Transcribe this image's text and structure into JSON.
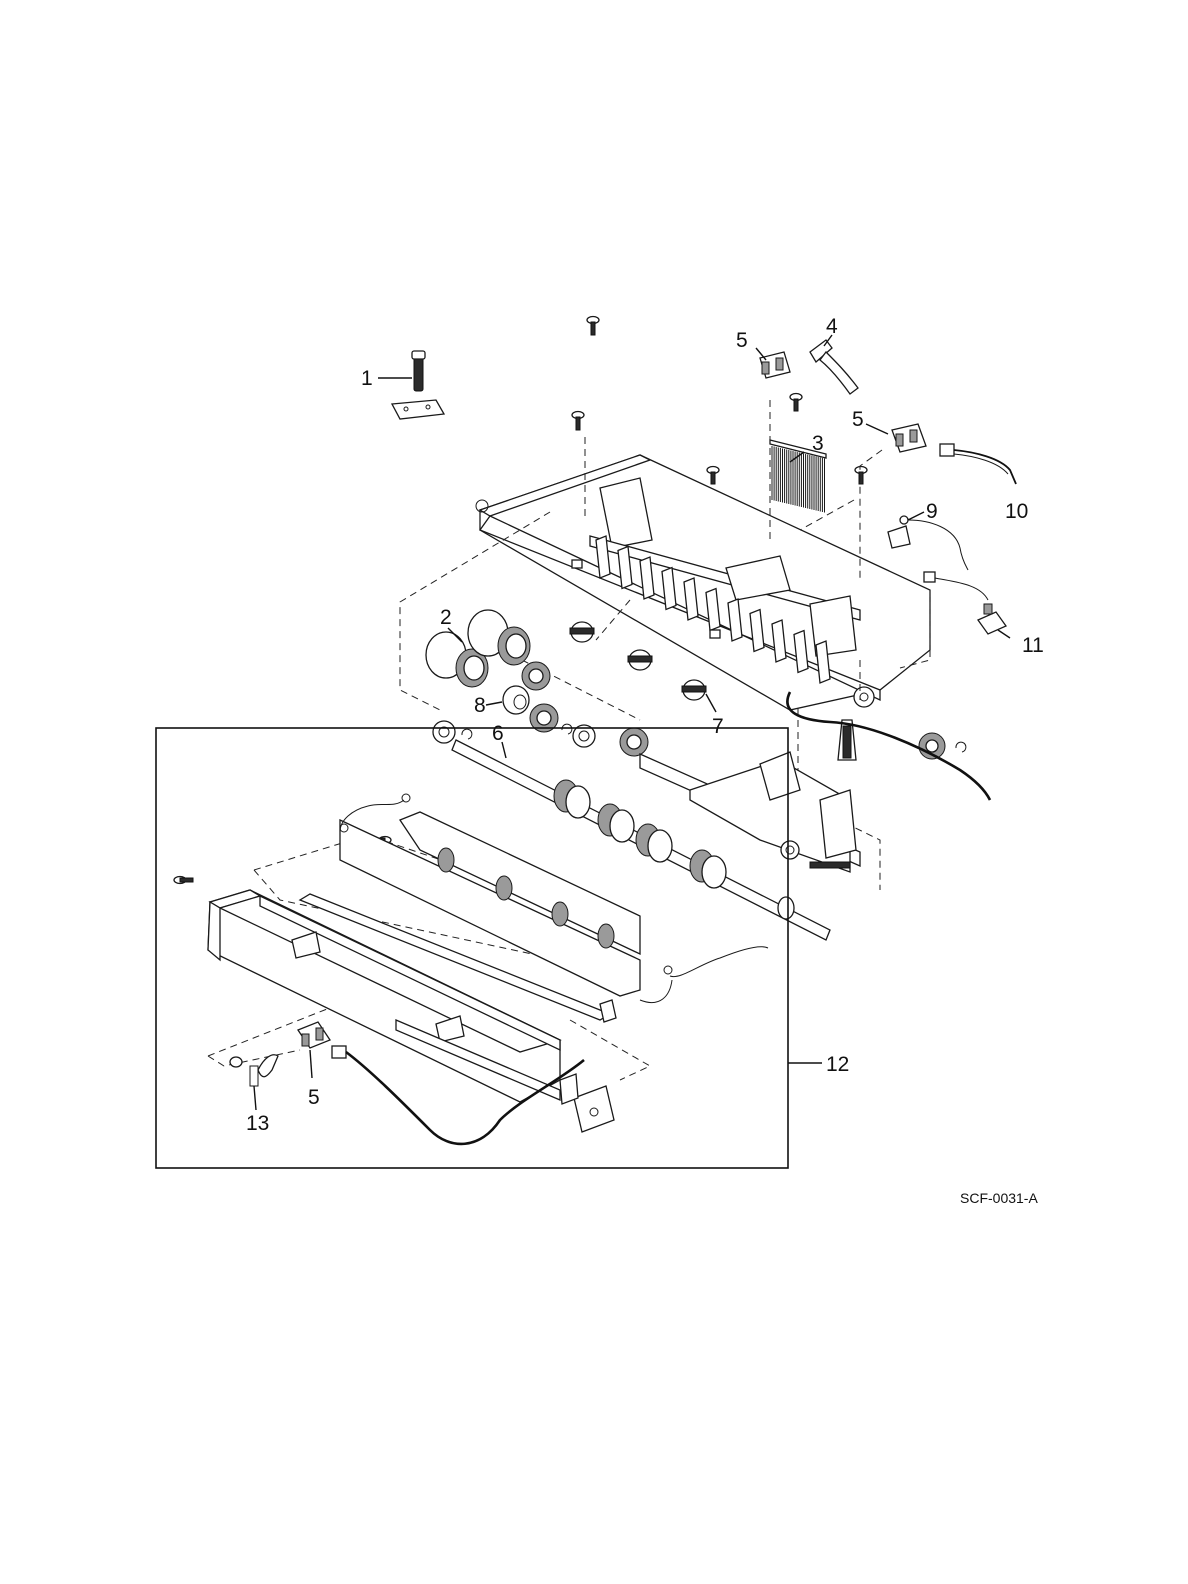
{
  "callouts": [
    {
      "id": "c1",
      "label": "1"
    },
    {
      "id": "c2",
      "label": "2"
    },
    {
      "id": "c3",
      "label": "3"
    },
    {
      "id": "c4",
      "label": "4"
    },
    {
      "id": "c5a",
      "label": "5"
    },
    {
      "id": "c5b",
      "label": "5"
    },
    {
      "id": "c5c",
      "label": "5"
    },
    {
      "id": "c6",
      "label": "6"
    },
    {
      "id": "c7",
      "label": "7"
    },
    {
      "id": "c8",
      "label": "8"
    },
    {
      "id": "c9",
      "label": "9"
    },
    {
      "id": "c10",
      "label": "10"
    },
    {
      "id": "c11",
      "label": "11"
    },
    {
      "id": "c12",
      "label": "12"
    },
    {
      "id": "c13",
      "label": "13"
    }
  ],
  "figure_code": "SCF-0031-A"
}
